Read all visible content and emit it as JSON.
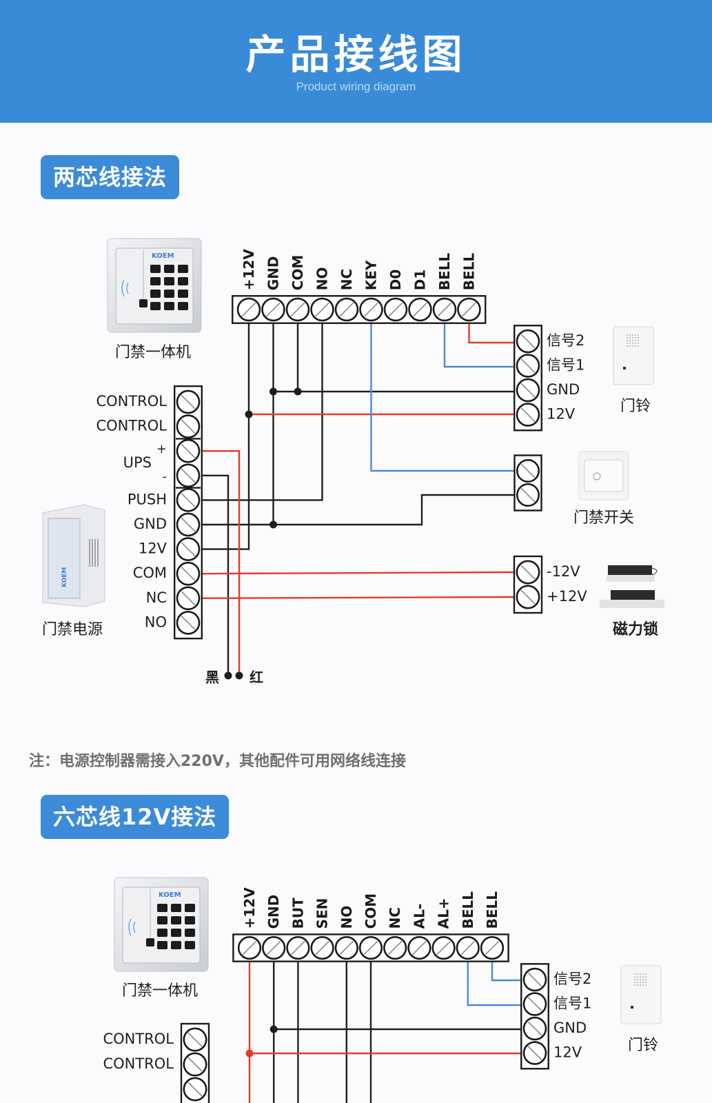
{
  "header": {
    "title": "产品接线图",
    "subtitle": "Product wiring diagram"
  },
  "colors": {
    "banner": "#398bd7",
    "badge": "#3c8bd8",
    "wire_black": "#1e1e1e",
    "wire_red": "#e53b24",
    "wire_blue": "#4a8ad6"
  },
  "section1": {
    "badge": "两芯线接法",
    "controller_label": "门禁一体机",
    "controller_brand": "KOEM",
    "controller_terminals": [
      "+12V",
      "GND",
      "COM",
      "NO",
      "NC",
      "KEY",
      "D0",
      "D1",
      "BELL",
      "BELL"
    ],
    "psu_label": "门禁电源",
    "psu_terminals": [
      "CONTROL",
      "CONTROL",
      "+",
      "-",
      "PUSH",
      "GND",
      "12V",
      "COM",
      "NC",
      "NO"
    ],
    "psu_ups_label": "UPS",
    "bell_terminals": [
      "信号2",
      "信号1",
      "GND",
      "12V"
    ],
    "bell_label": "门铃",
    "switch_label": "门禁开关",
    "lock_terminals": [
      "-12V",
      "+12V"
    ],
    "lock_label": "磁力锁",
    "black_label": "黑",
    "red_label": "红",
    "note": "注：电源控制器需接入220V，其他配件可用网络线连接"
  },
  "section2": {
    "badge": "六芯线12V接法",
    "controller_label": "门禁一体机",
    "controller_brand": "KOEM",
    "controller_terminals": [
      "+12V",
      "GND",
      "BUT",
      "SEN",
      "NO",
      "COM",
      "NC",
      "AL-",
      "AL+",
      "BELL",
      "BELL"
    ],
    "psu_terminals": [
      "CONTROL",
      "CONTROL"
    ],
    "bell_terminals": [
      "信号2",
      "信号1",
      "GND",
      "12V"
    ],
    "bell_label": "门铃"
  }
}
